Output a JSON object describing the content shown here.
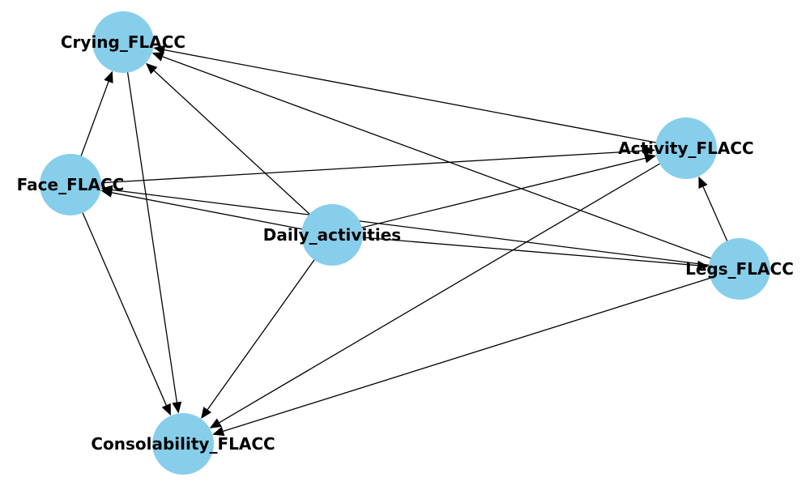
{
  "colors": {
    "node_fill": "#87ceeb",
    "edge": "#000000",
    "label": "#000000",
    "background": "#ffffff"
  },
  "nodes": [
    {
      "id": "crying",
      "label": "Crying_FLACC"
    },
    {
      "id": "activity",
      "label": "Activity_FLACC"
    },
    {
      "id": "face",
      "label": "Face_FLACC"
    },
    {
      "id": "daily",
      "label": "Daily_activities"
    },
    {
      "id": "legs",
      "label": "Legs_FLACC"
    },
    {
      "id": "consol",
      "label": "Consolability_FLACC"
    }
  ],
  "edges": [
    {
      "from": "activity",
      "to": "crying"
    },
    {
      "from": "legs",
      "to": "crying"
    },
    {
      "from": "face",
      "to": "crying"
    },
    {
      "from": "daily",
      "to": "crying"
    },
    {
      "from": "crying",
      "to": "consol"
    },
    {
      "from": "face",
      "to": "activity"
    },
    {
      "from": "daily",
      "to": "activity"
    },
    {
      "from": "legs",
      "to": "activity"
    },
    {
      "from": "activity",
      "to": "consol"
    },
    {
      "from": "daily",
      "to": "face"
    },
    {
      "from": "legs",
      "to": "face"
    },
    {
      "from": "face",
      "to": "consol"
    },
    {
      "from": "daily",
      "to": "legs"
    },
    {
      "from": "daily",
      "to": "consol"
    },
    {
      "from": "legs",
      "to": "consol"
    }
  ]
}
